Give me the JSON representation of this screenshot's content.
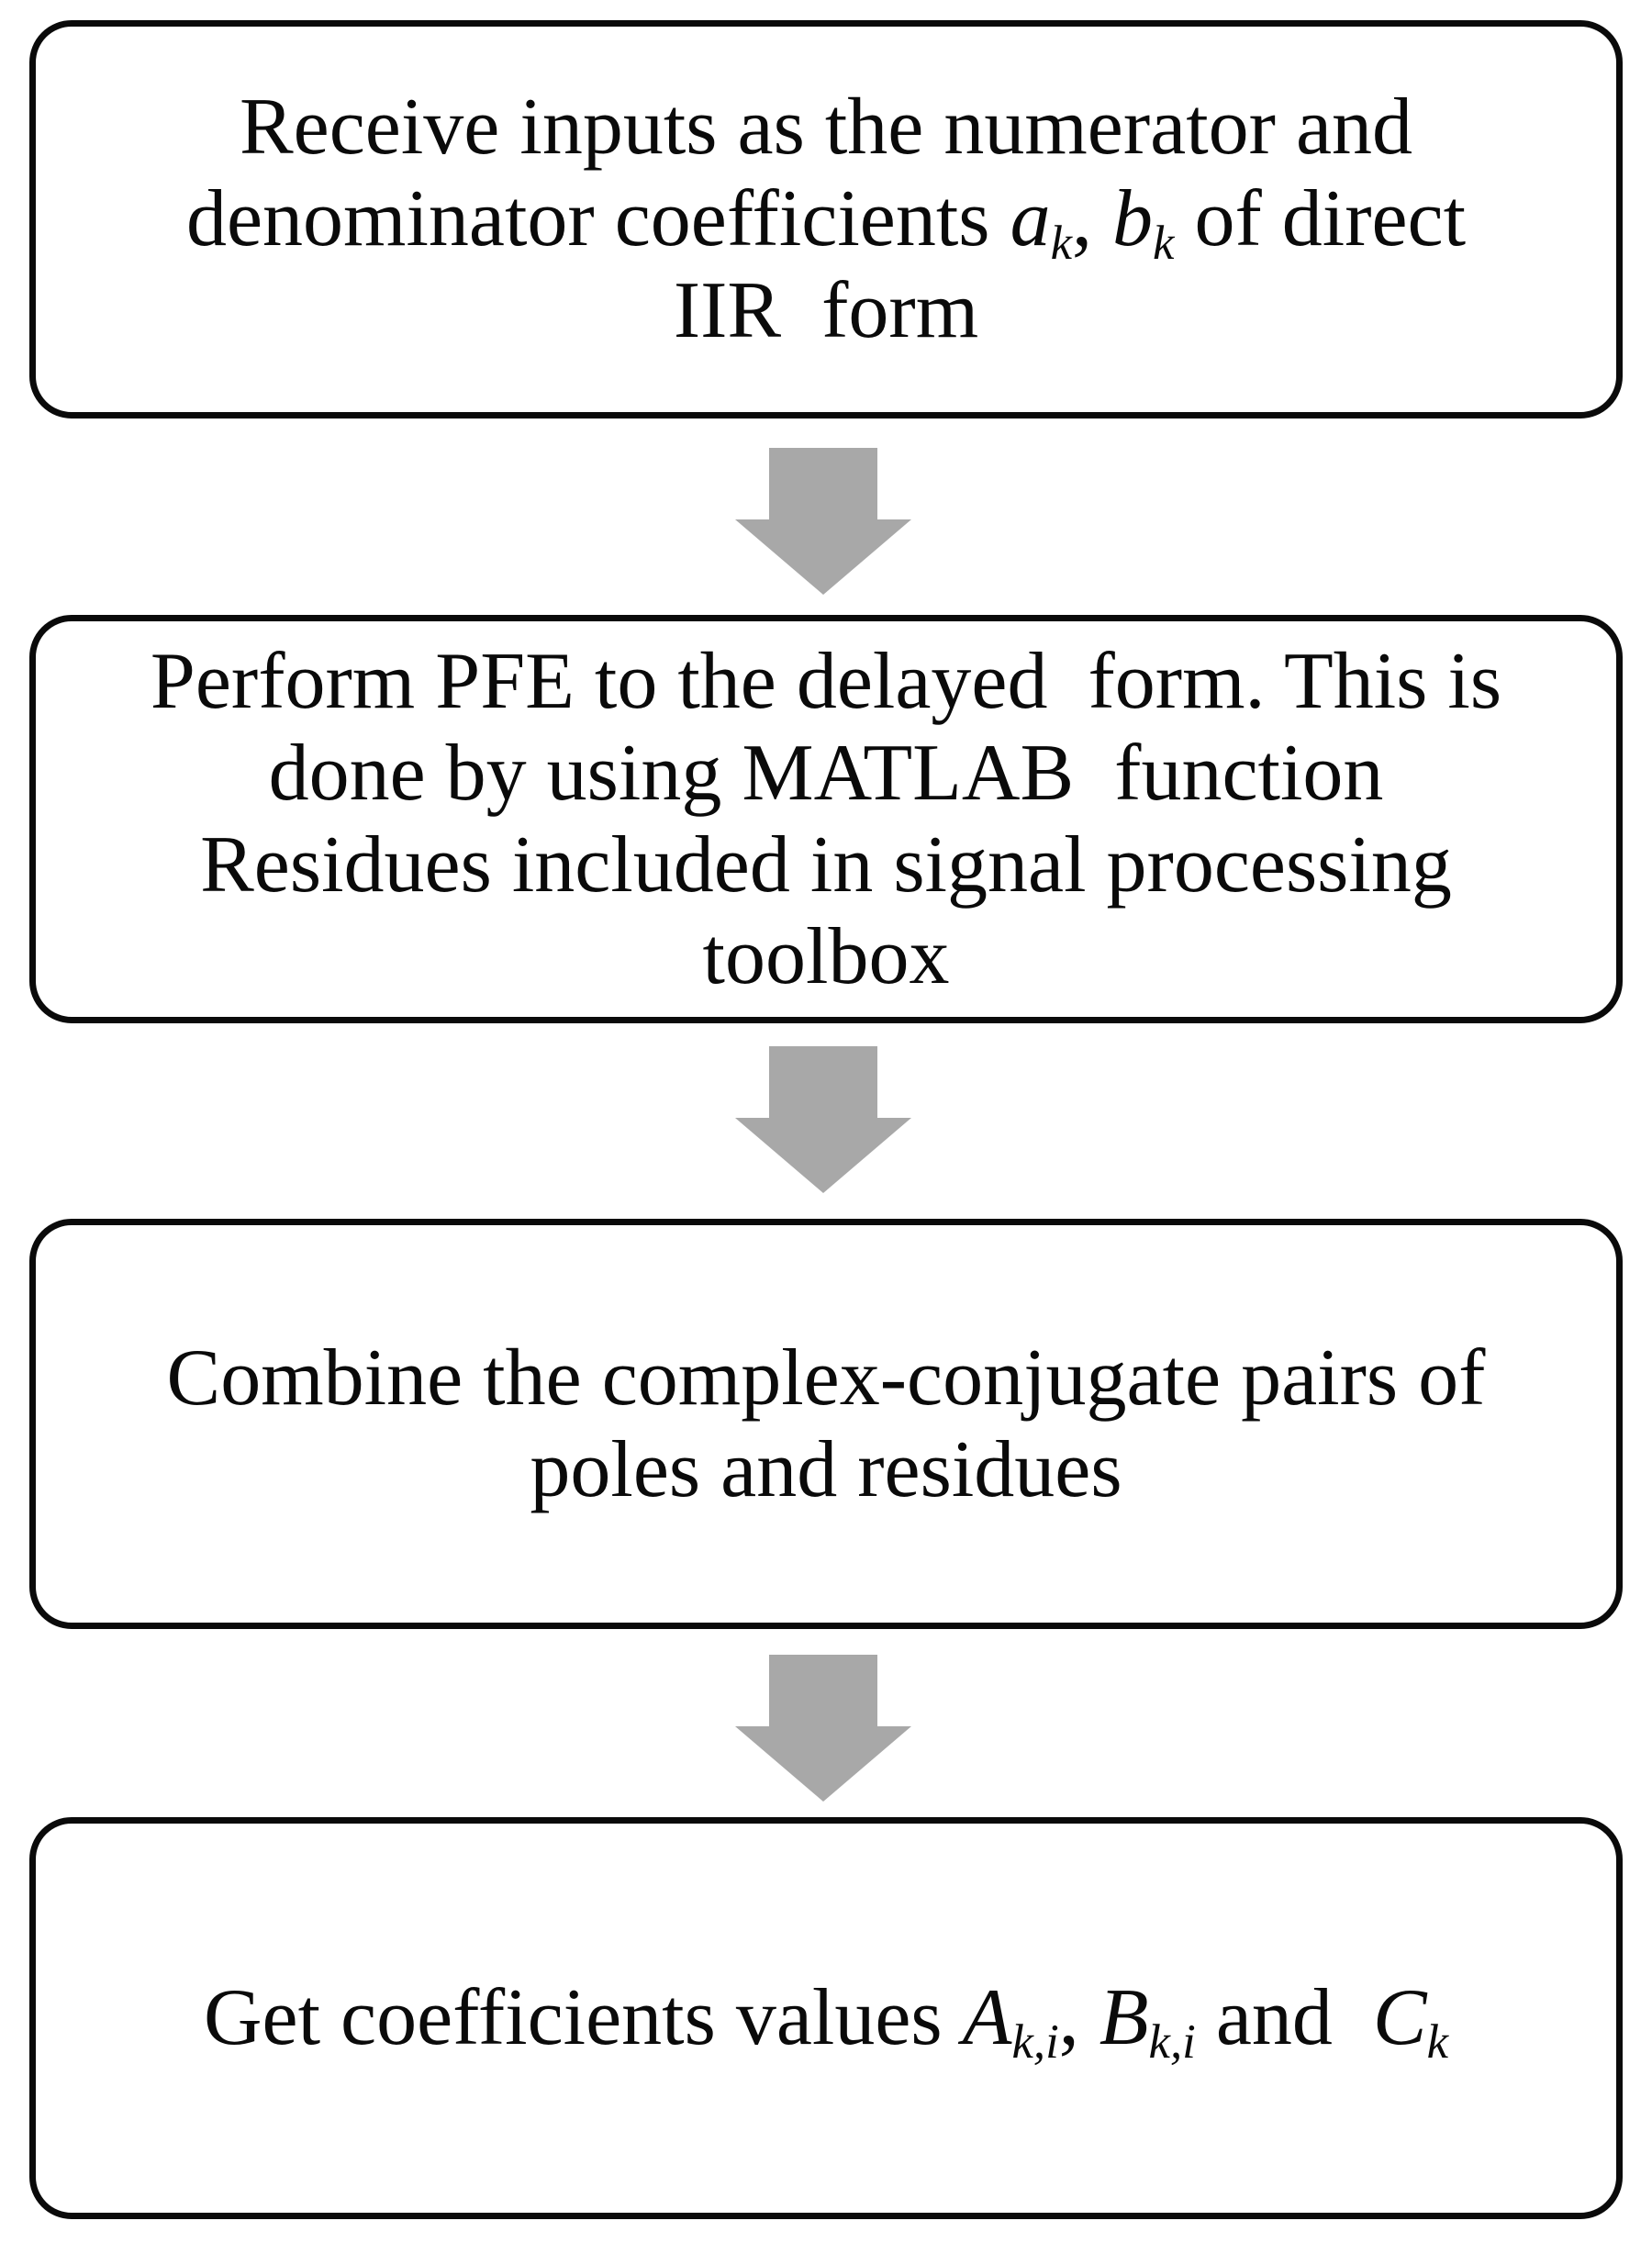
{
  "flowchart": {
    "type": "flowchart",
    "direction": "top-down",
    "box_border_color": "#0a0a0a",
    "box_fill_color": "#ffffff",
    "arrow_color": "#a8a8a8",
    "boxes": [
      {
        "name": "receive-inputs",
        "lines": [
          [
            {
              "t": "Receive inputs as the numerator and"
            }
          ],
          [
            {
              "t": "denominator coefficients "
            },
            {
              "v": "a",
              "s": "k"
            },
            {
              "t": ", "
            },
            {
              "v": "b",
              "s": "k"
            },
            {
              "t": " of direct"
            }
          ],
          [
            {
              "t": "IIR  form"
            }
          ]
        ]
      },
      {
        "name": "perform-pfe",
        "lines": [
          [
            {
              "t": "Perform PFE to the delayed  form. This is"
            }
          ],
          [
            {
              "t": "done by using MATLAB  function"
            }
          ],
          [
            {
              "t": "Residues included in signal processing"
            }
          ],
          [
            {
              "t": "toolbox"
            }
          ]
        ]
      },
      {
        "name": "combine-pairs",
        "lines": [
          [
            {
              "t": "Combine the complex-conjugate pairs of"
            }
          ],
          [
            {
              "t": "poles and residues"
            }
          ]
        ]
      },
      {
        "name": "get-coefficients",
        "lines": [
          [
            {
              "t": "Get coefficients values "
            },
            {
              "v": "A",
              "s": "k,i"
            },
            {
              "t": ", "
            },
            {
              "v": "B",
              "s": "k,i"
            },
            {
              "t": " and  "
            },
            {
              "v": "C",
              "s": "k"
            }
          ]
        ]
      }
    ]
  }
}
